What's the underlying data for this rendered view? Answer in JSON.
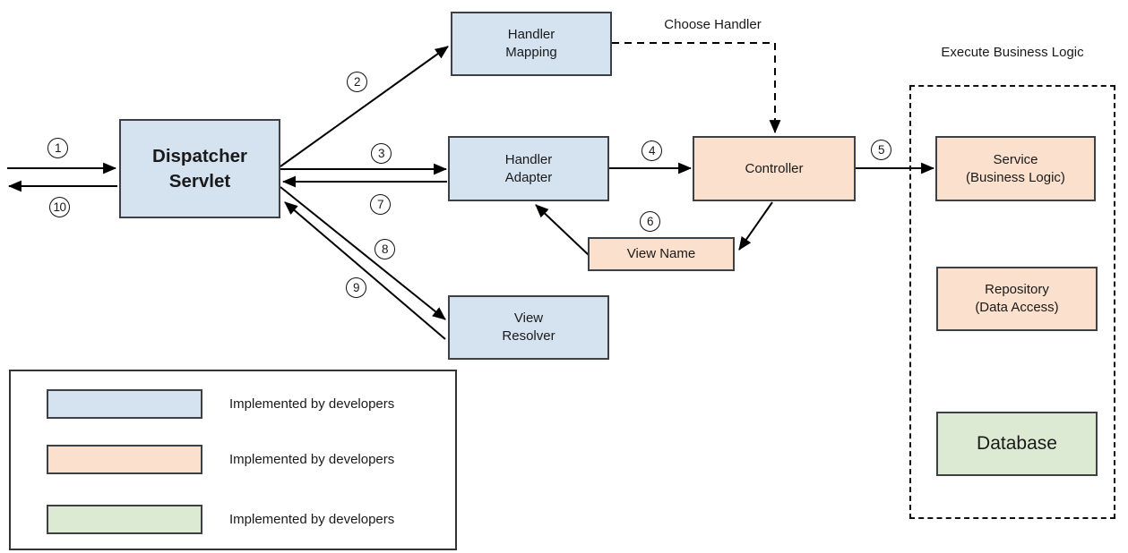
{
  "colors": {
    "developer_blue": "#d5e3f1",
    "peach": "#fae0cd",
    "green": "#dcead3",
    "line": "#000000"
  },
  "nodes": {
    "dispatcher_servlet": {
      "line1": "Dispatcher",
      "line2": "Servlet"
    },
    "handler_mapping": {
      "line1": "Handler",
      "line2": "Mapping"
    },
    "handler_adapter": {
      "line1": "Handler",
      "line2": "Adapter"
    },
    "view_resolver": {
      "line1": "View",
      "line2": "Resolver"
    },
    "controller": {
      "label": "Controller"
    },
    "view_name": {
      "label": "View Name"
    },
    "service": {
      "line1": "Service",
      "line2": "(Business Logic)"
    },
    "repository": {
      "line1": "Repository",
      "line2": "(Data Access)"
    },
    "database": {
      "label": "Database"
    }
  },
  "annotations": {
    "choose_handler": "Choose Handler",
    "execute_business_logic": "Execute Business Logic"
  },
  "steps": [
    {
      "n": "1"
    },
    {
      "n": "2"
    },
    {
      "n": "3"
    },
    {
      "n": "4"
    },
    {
      "n": "5"
    },
    {
      "n": "6"
    },
    {
      "n": "7"
    },
    {
      "n": "8"
    },
    {
      "n": "9"
    },
    {
      "n": "10"
    }
  ],
  "legend": {
    "items": [
      {
        "swatch_color": "#d5e3f1",
        "label": "Implemented by developers"
      },
      {
        "swatch_color": "#fae0cd",
        "label": "Implemented by developers"
      },
      {
        "swatch_color": "#dcead3",
        "label": "Implemented by developers"
      }
    ]
  }
}
